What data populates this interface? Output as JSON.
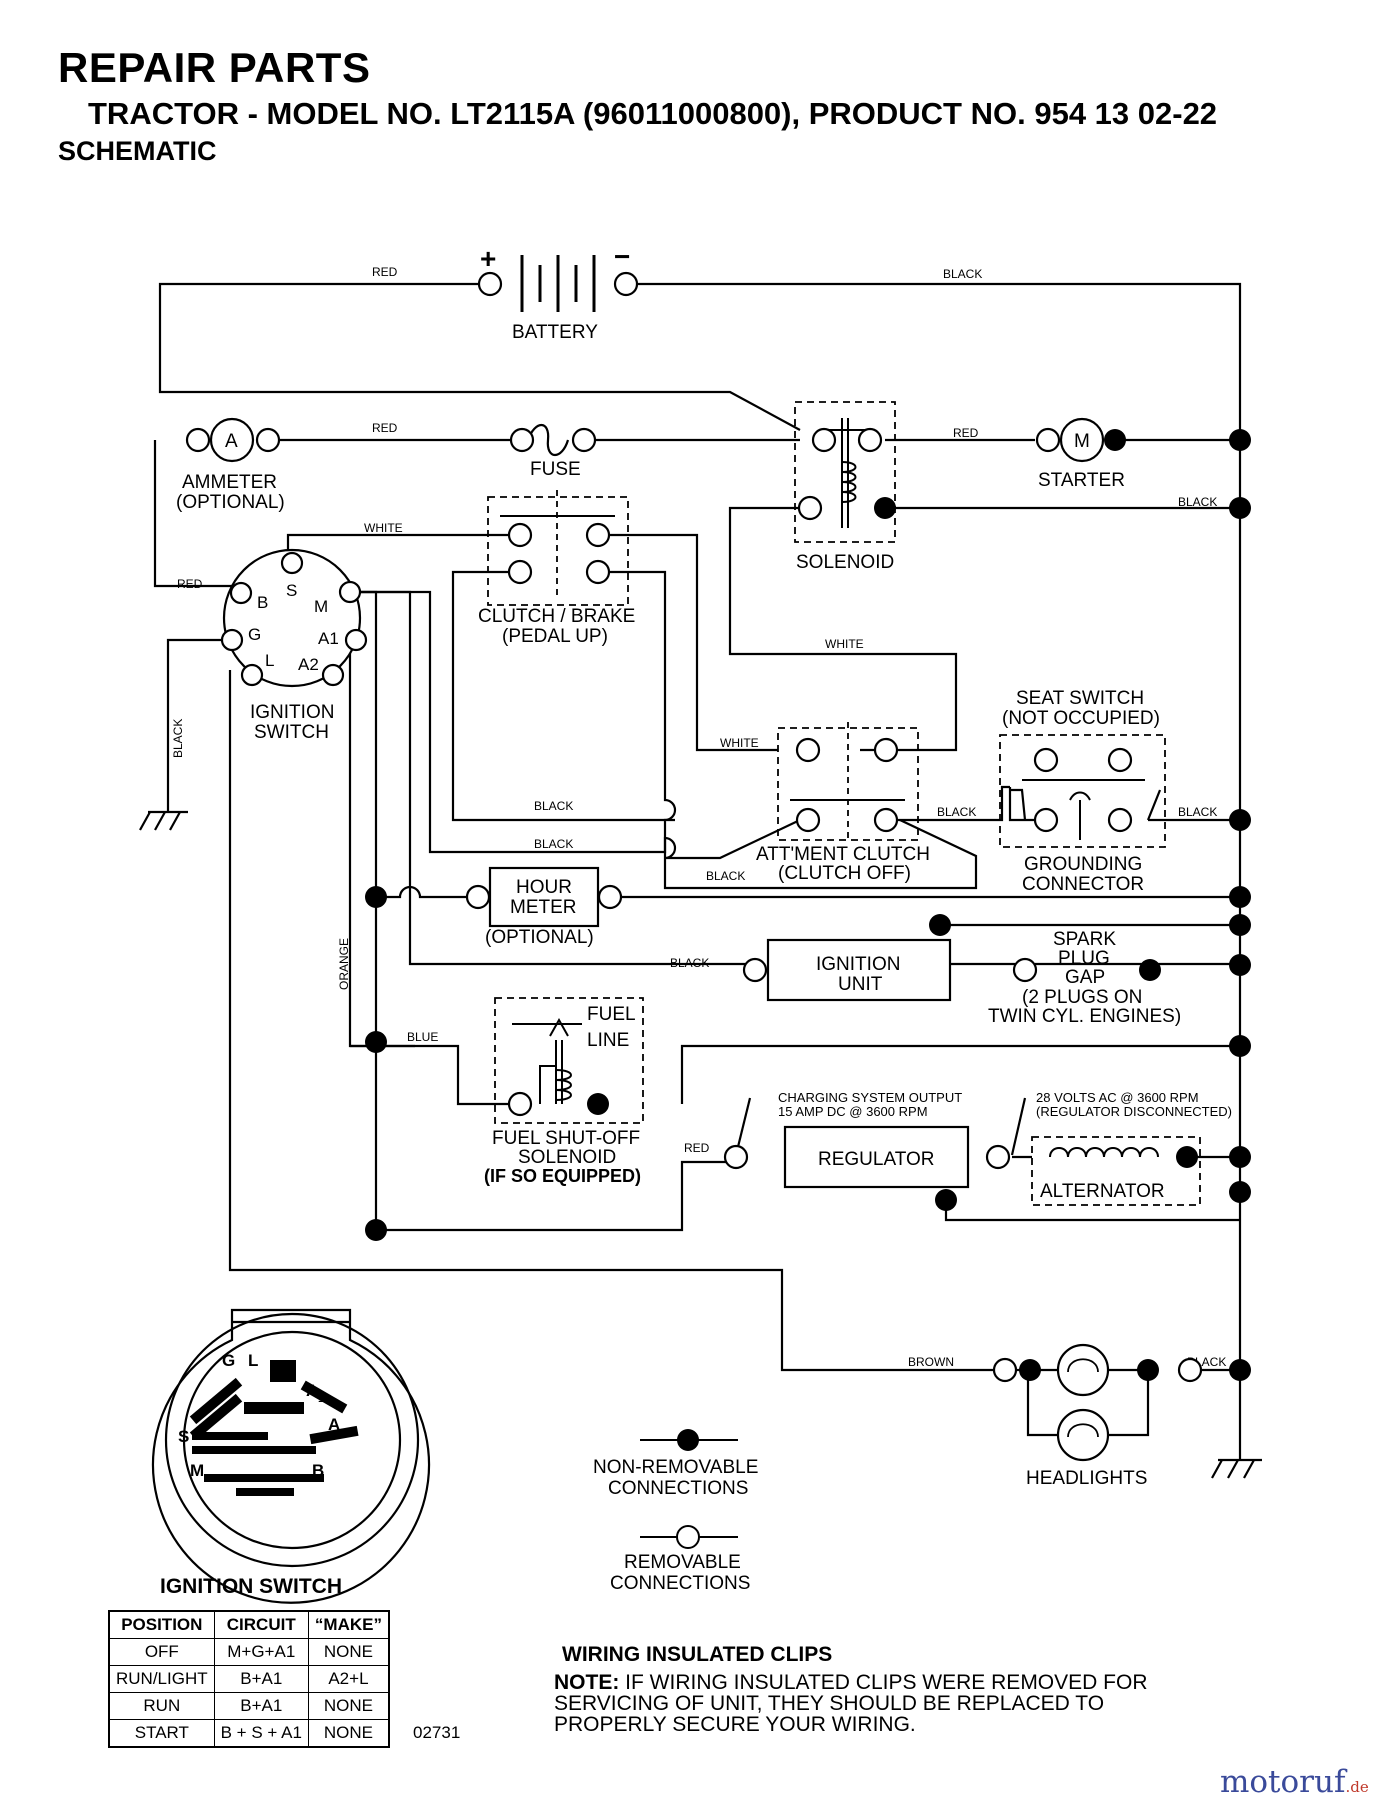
{
  "header": {
    "title": "REPAIR PARTS",
    "subtitle": "TRACTOR - MODEL NO. LT2115A (96011000800), PRODUCT NO. 954 13 02-22",
    "section": "SCHEMATIC"
  },
  "components": {
    "battery": "BATTERY",
    "battery_plus": "+",
    "battery_minus": "−",
    "ammeter": "AMMETER",
    "ammeter_opt": "(OPTIONAL)",
    "ammeter_symbol": "A",
    "fuse": "FUSE",
    "solenoid": "SOLENOID",
    "starter": "STARTER",
    "starter_symbol": "M",
    "clutch_brake_1": "CLUTCH / BRAKE",
    "clutch_brake_2": "(PEDAL UP)",
    "ignition_switch_1": "IGNITION",
    "ignition_switch_2": "SWITCH",
    "seat_switch_1": "SEAT SWITCH",
    "seat_switch_2": "(NOT OCCUPIED)",
    "attment_clutch_1": "ATT'MENT CLUTCH",
    "attment_clutch_2": "(CLUTCH OFF)",
    "grounding_1": "GROUNDING",
    "grounding_2": "CONNECTOR",
    "hour_meter_1": "HOUR",
    "hour_meter_2": "METER",
    "hour_meter_opt": "(OPTIONAL)",
    "ignition_unit_1": "IGNITION",
    "ignition_unit_2": "UNIT",
    "spark_1": "SPARK",
    "spark_2": "PLUG",
    "spark_3": "GAP",
    "spark_4": "(2 PLUGS ON",
    "spark_5": "TWIN CYL. ENGINES)",
    "fuel_line_1": "FUEL",
    "fuel_line_2": "LINE",
    "fuel_sol_1": "FUEL SHUT-OFF",
    "fuel_sol_2": "SOLENOID",
    "fuel_sol_3": "(IF SO EQUIPPED)",
    "charging_1": "CHARGING SYSTEM OUTPUT",
    "charging_2": "15 AMP DC @ 3600 RPM",
    "volts_1": "28 VOLTS AC @ 3600 RPM",
    "volts_2": "(REGULATOR DISCONNECTED)",
    "regulator": "REGULATOR",
    "alternator": "ALTERNATOR",
    "headlights": "HEADLIGHTS",
    "terminals": [
      "B",
      "S",
      "M",
      "G",
      "A1",
      "L",
      "A2"
    ]
  },
  "wires": {
    "red": "RED",
    "black": "BLACK",
    "white": "WHITE",
    "blue": "BLUE",
    "orange": "ORANGE",
    "brown": "BROWN"
  },
  "legend": {
    "non_removable_1": "NON-REMOVABLE",
    "non_removable_2": "CONNECTIONS",
    "removable_1": "REMOVABLE",
    "removable_2": "CONNECTIONS"
  },
  "switch_face": {
    "G": "G",
    "L": "L",
    "A1": "A",
    "A1_sub": "1",
    "A2": "A",
    "A2_sub": "2",
    "S": "S",
    "M": "M",
    "B": "B"
  },
  "ignition_table": {
    "title": "IGNITION SWITCH",
    "headers": [
      "POSITION",
      "CIRCUIT",
      "“MAKE”"
    ],
    "rows": [
      [
        "OFF",
        "M+G+A1",
        "NONE"
      ],
      [
        "RUN/LIGHT",
        "B+A1",
        "A2+L"
      ],
      [
        "RUN",
        "B+A1",
        "NONE"
      ],
      [
        "START",
        "B + S + A1",
        "NONE"
      ]
    ]
  },
  "doc_code": "02731",
  "clips": {
    "title": "WIRING INSULATED CLIPS",
    "note_label": "NOTE:",
    "note_text": " IF WIRING INSULATED CLIPS WERE REMOVED FOR SERVICING OF UNIT, THEY SHOULD BE REPLACED TO PROPERLY SECURE YOUR WIRING."
  },
  "watermark": {
    "main": "motoruf",
    "suffix": ".de"
  }
}
